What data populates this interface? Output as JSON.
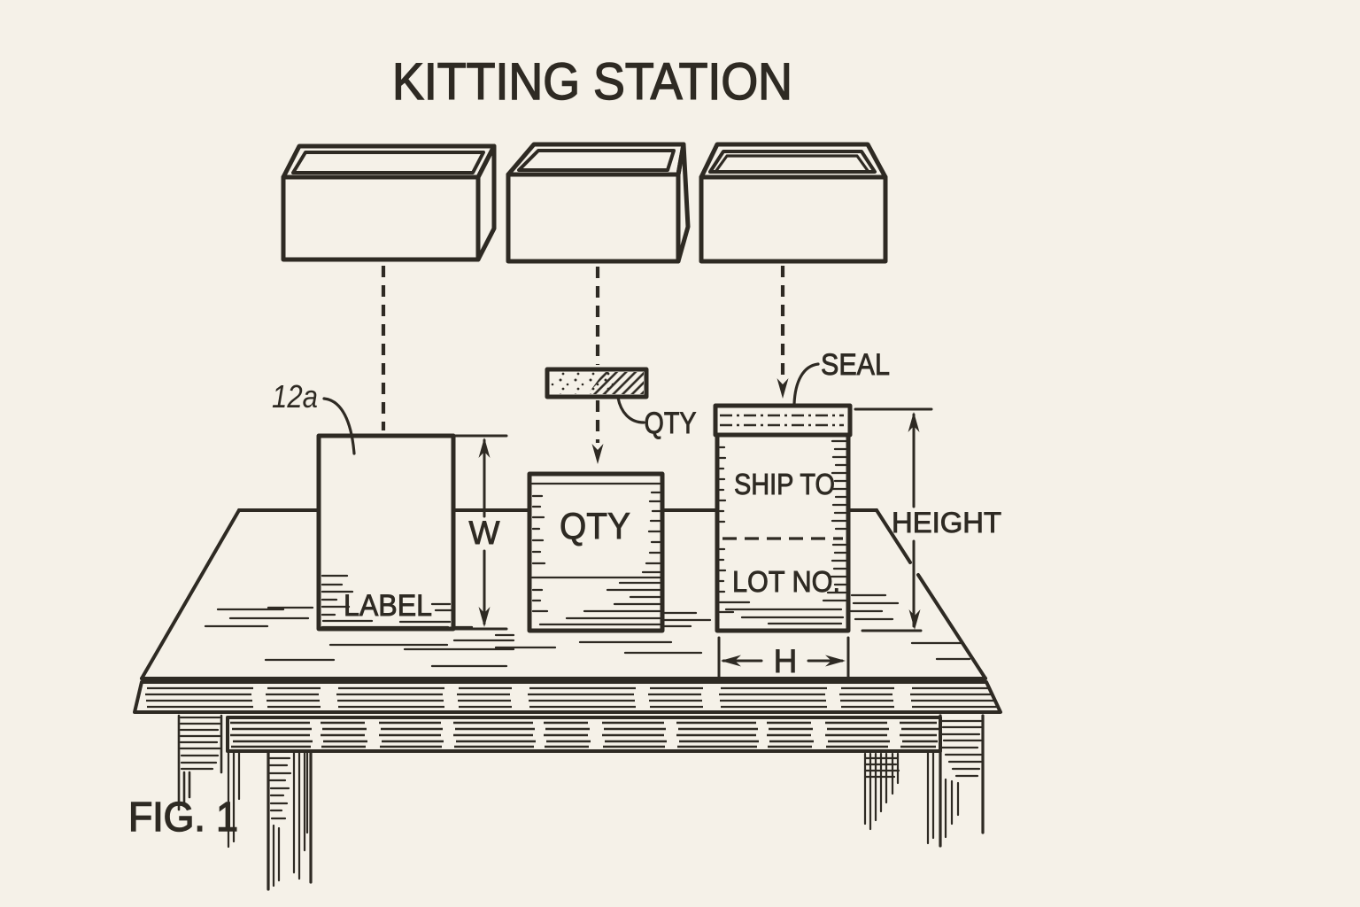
{
  "figure": {
    "title": "KITTING STATION",
    "fig_label": "FIG. 1"
  },
  "annotations": {
    "ref_12a": "12a",
    "qty_ticket": "QTY",
    "seal": "SEAL"
  },
  "items": {
    "label_card": "LABEL",
    "qty_box": "QTY",
    "ship_to": "SHIP TO",
    "lot_no": "LOT NO."
  },
  "dimensions": {
    "width": "W",
    "height": "HEIGHT",
    "h": "H"
  },
  "colors": {
    "background": "#f5f1e8",
    "ink": "#2e2a23"
  }
}
